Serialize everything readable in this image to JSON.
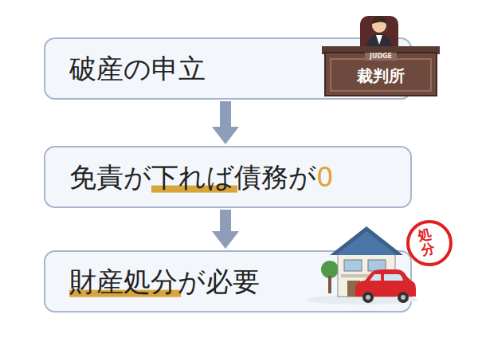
{
  "diagram": {
    "nodes": [
      {
        "text": [
          "破産の申立"
        ]
      },
      {
        "text": [
          "免責が下れば債務が0"
        ]
      },
      {
        "text": [
          "財産処分が必要"
        ]
      }
    ],
    "edges": [
      {
        "from": 0,
        "to": 1,
        "arrow": "to"
      },
      {
        "from": 1,
        "to": 2,
        "arrow": "to"
      }
    ],
    "labels": [
      "JUDGE",
      "裁判所",
      "処分"
    ]
  }
}
